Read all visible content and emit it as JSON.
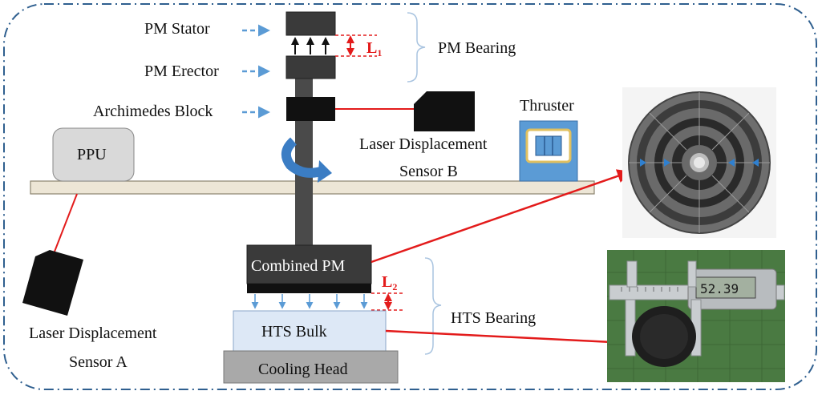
{
  "labels": {
    "pm_stator": "PM Stator",
    "pm_erector": "PM Erector",
    "archimedes_block": "Archimedes Block",
    "pm_bearing": "PM Bearing",
    "l1": "L",
    "l1_sub": "1",
    "thruster": "Thruster",
    "ppu": "PPU",
    "laser_b_line1": "Laser Displacement",
    "laser_b_line2": "Sensor B",
    "combined_pm": "Combined PM",
    "l2": "L",
    "l2_sub": "2",
    "hts_bearing": "HTS Bearing",
    "hts_bulk": "HTS Bulk",
    "cooling_head": "Cooling Head",
    "laser_a_line1": "Laser Displacement",
    "laser_a_line2": "Sensor A",
    "caliper_reading": "52.39"
  },
  "colors": {
    "frame_dash": "#2f5f8f",
    "arrow_blue": "#5b9bd5",
    "red": "#e31b1b",
    "dark_block": "#3a3a3a",
    "platform": "#ede6d6",
    "hts_bulk_fill": "#dde8f6",
    "cooling_head_fill": "#a9a9a9",
    "ppu_fill": "#d9d9d9",
    "thruster_fill": "#5b9bd5"
  }
}
